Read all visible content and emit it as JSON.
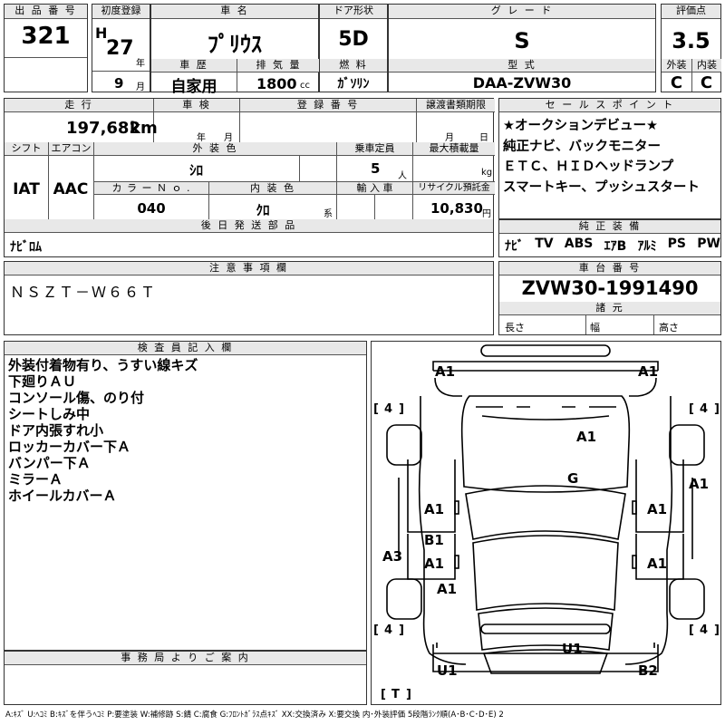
{
  "header_row1": {
    "lot_number_label": "出 品 番 号",
    "lot_number": "321",
    "first_reg_label": "初度登録",
    "era": "H",
    "first_reg_year": "27",
    "year_unit": "年",
    "first_reg_month": "9",
    "month_unit": "月",
    "car_name_label": "車 名",
    "car_name": "ﾌﾟﾘｳｽ",
    "history_label": "車 歴",
    "history": "自家用",
    "displacement_label": "排 気 量",
    "displacement": "1800",
    "displacement_unit": "cc",
    "doors_label": "ドア形状",
    "doors": "5D",
    "fuel_label": "燃 料",
    "fuel": "ｶﾞｿﾘﾝ",
    "grade_label": "グ レ ー ド",
    "grade": "S",
    "model_code_label": "型 式",
    "model_code": "DAA-ZVW30",
    "score_label": "評価点",
    "score": "3.5",
    "exterior_label": "外装",
    "exterior": "C",
    "interior_label": "内装",
    "interior": "C"
  },
  "info": {
    "mileage_label": "走 行",
    "mileage": "197,682",
    "mileage_unit": "km",
    "inspection_label": "車 検",
    "inspection_year_unit": "年",
    "inspection_month_unit": "月",
    "reg_number_label": "登 録 番 号",
    "transfer_label": "譲渡書類期限",
    "transfer_month_unit": "月",
    "transfer_day_unit": "日",
    "shift_label": "シフト",
    "shift": "IAT",
    "ac_label": "エアコン",
    "ac": "AAC",
    "ext_color_label": "外 装 色",
    "ext_color": "ｼﾛ",
    "capacity_label": "乗車定員",
    "capacity": "5",
    "capacity_unit": "人",
    "max_load_label": "最大積載量",
    "max_load_unit": "kg",
    "color_no_label": "カ ラ ー Ｎ ｏ .",
    "color_no": "040",
    "int_color_label": "内 装 色",
    "int_color": "ｸﾛ",
    "int_color_unit": "系",
    "import_label": "輸 入 車",
    "recycle_label": "リサイクル預託金",
    "recycle": "10,830",
    "recycle_unit": "円",
    "later_parts_label": "後 日 発 送 部 品",
    "later_parts": "ﾅﾋﾞﾛﾑ"
  },
  "sales_points": {
    "label": "セ ー ル ス ポ イ ン ト",
    "lines": [
      "★オークションデビュー★",
      "純正ナビ、バックモニター",
      "ＥＴＣ、ＨＩＤヘッドランプ",
      "スマートキー、プッシュスタート"
    ]
  },
  "equipment": {
    "label": "純 正 装 備",
    "items": [
      "ﾅﾋﾞ",
      "TV",
      "ABS",
      "ｴｱB",
      "ｱﾙﾐ",
      "PS",
      "PW"
    ]
  },
  "notes": {
    "label": "注 意 事 項 欄",
    "text": "ＮＳＺＴ－Ｗ６６Ｔ"
  },
  "chassis": {
    "label": "車 台 番 号",
    "number": "ZVW30-1991490",
    "specs_label": "諸 元",
    "length_label": "長さ",
    "width_label": "幅",
    "height_label": "高さ"
  },
  "inspector": {
    "label": "検 査 員 記 入 欄",
    "lines": [
      "外装付着物有り、うすい線キズ",
      "下廻りＡＵ",
      "コンソール傷、のり付",
      "シートしみ中",
      "ドア内張すれ小",
      "ロッカーカバー下Ａ",
      "バンパー下Ａ",
      "ミラーＡ",
      "ホイールカバーＡ"
    ]
  },
  "office": {
    "label": "事 務 局 よ り ご 案 内"
  },
  "diagram_marks": {
    "front_left": "A1",
    "front_right": "A1",
    "hood": "A1",
    "windshield": "G",
    "right_front_fender": "A1",
    "left_front_door": "A1",
    "right_front_door": "A1",
    "left_rear_door_b": "B1",
    "left_rear_door_a": "A1",
    "right_rear_door": "A1",
    "left_quarter": "A3",
    "left_rear": "A1",
    "rear_center": "U1",
    "rear_left": "U1",
    "rear_right": "B2",
    "tire_fl": "4",
    "tire_fr": "4",
    "tire_rl": "4",
    "tire_rr": "4",
    "spare": "T"
  },
  "legend": "A:ｷｽﾞ U:ﾍｺﾐ B:ｷｽﾞを伴うﾍｺﾐ P:要塗装 W:補修跡 S:錆 C:腐食 G:ﾌﾛﾝﾄｶﾞﾗｽ点ｷｽﾞ XX:交換済み X:要交換 内･外装評価 5段階ﾗﾝｸ順(A･B･C･D･E) 2"
}
